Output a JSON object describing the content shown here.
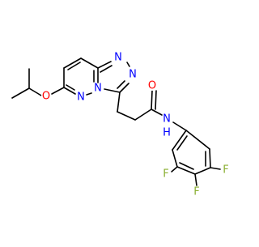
{
  "molecule": {
    "atom_labels": {
      "o_ether": "O",
      "n_pyridazine": "N",
      "n_bridgehead": "N",
      "n_triazole_1": "N",
      "n_triazole_2": "N",
      "o_carbonyl": "O",
      "n_amide": "N",
      "h_amide": "H",
      "f_meta_left": "F",
      "f_para": "F",
      "f_meta_right": "F"
    },
    "colors": {
      "bond": "#000000",
      "nitrogen": "#0000ff",
      "oxygen": "#ff0000",
      "fluorine": "#8bb033"
    }
  }
}
